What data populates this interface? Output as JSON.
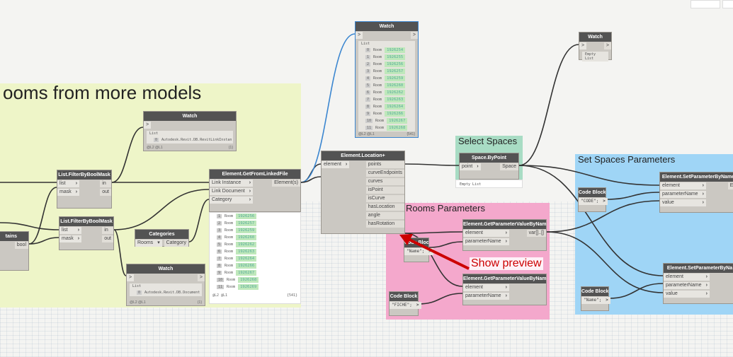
{
  "groups": [
    {
      "id": "g-rooms",
      "title": "ooms from more models",
      "color": "#eef5c8"
    },
    {
      "id": "g-select",
      "title": "Select Spaces",
      "color": "#a8dcc4"
    },
    {
      "id": "g-roomparams",
      "title": "Rooms Parameters",
      "color": "#f4a8cc"
    },
    {
      "id": "g-setspaces",
      "title": "Set Spaces Parameters",
      "color": "#9fd5f6"
    }
  ],
  "nodes": [
    {
      "id": "watch-main",
      "title": "Watch",
      "inputs": [
        ">"
      ],
      "outputs": [
        ">"
      ],
      "watch": {
        "header": "List",
        "items": [
          {
            "i": "0",
            "label": "Room",
            "value": "1926254"
          },
          {
            "i": "1",
            "label": "Room",
            "value": "1926255"
          },
          {
            "i": "2",
            "label": "Room",
            "value": "1926256"
          },
          {
            "i": "3",
            "label": "Room",
            "value": "1926257"
          },
          {
            "i": "4",
            "label": "Room",
            "value": "1926259"
          },
          {
            "i": "5",
            "label": "Room",
            "value": "1926260"
          },
          {
            "i": "6",
            "label": "Room",
            "value": "1926262"
          },
          {
            "i": "7",
            "label": "Room",
            "value": "1926263"
          },
          {
            "i": "8",
            "label": "Room",
            "value": "1926264"
          },
          {
            "i": "9",
            "label": "Room",
            "value": "1926266"
          },
          {
            "i": "10",
            "label": "Room",
            "value": "1926267"
          },
          {
            "i": "11",
            "label": "Room",
            "value": "1926268"
          }
        ],
        "levels": "@L2 @L1",
        "count": "{541}"
      }
    },
    {
      "id": "watch-empty",
      "title": "Watch",
      "inputs": [
        ">"
      ],
      "outputs": [
        ">"
      ],
      "watch": {
        "header": "Empty List",
        "items": []
      }
    },
    {
      "id": "watch-link",
      "title": "Watch",
      "inputs": [
        ">"
      ],
      "outputs": [],
      "watch": {
        "header": "List",
        "items": [
          {
            "i": "0",
            "label": "Autodesk.Revit.DB.RevitLinkInstan",
            "value": ""
          }
        ],
        "levels": "@L2 @L1",
        "count": "{1}"
      }
    },
    {
      "id": "filter-1",
      "title": "List.FilterByBoolMask",
      "inputs": [
        "list",
        "mask"
      ],
      "outputs": [
        "in",
        "out"
      ]
    },
    {
      "id": "filter-2",
      "title": "List.FilterByBoolMask",
      "inputs": [
        "list",
        "mask"
      ],
      "outputs": [
        "in",
        "out"
      ]
    },
    {
      "id": "contains",
      "title": "tains",
      "inputs": [
        "",
        "",
        ""
      ],
      "outputs": [
        "bool"
      ]
    },
    {
      "id": "categories",
      "title": "Categories",
      "dropdown": "Rooms",
      "inputs": [],
      "outputs": [
        "Category"
      ]
    },
    {
      "id": "watch-doc",
      "title": "Watch",
      "inputs": [
        ">"
      ],
      "outputs": [
        ">"
      ],
      "watch": {
        "header": "List",
        "items": [
          {
            "i": "0",
            "label": "Autodesk.Revit.DB.Document",
            "value": ""
          }
        ],
        "levels": "@L2 @L1",
        "count": "{1}"
      }
    },
    {
      "id": "get-linked",
      "title": "Element.GetFromLinkedFile",
      "inputs": [
        "Link Instance",
        "Link Document",
        "Category"
      ],
      "outputs": [
        "Element(s)"
      ]
    },
    {
      "id": "location",
      "title": "Element.Location+",
      "inputs": [
        "element"
      ],
      "outputs": [
        "points",
        "curveEndpoints",
        "curves",
        "isPoint",
        "isCurve",
        "hasLocation",
        "angle",
        "hasRotation"
      ]
    },
    {
      "id": "space-bypoint",
      "title": "Space.ByPoint",
      "inputs": [
        "point"
      ],
      "outputs": [
        "Space"
      ]
    },
    {
      "id": "getparam-1",
      "title": "Element.GetParameterValueByName",
      "inputs": [
        "element",
        "parameterName"
      ],
      "outputs": [
        "var[]..[]"
      ]
    },
    {
      "id": "getparam-2",
      "title": "Element.GetParameterValueByName",
      "inputs": [
        "element",
        "parameterName"
      ],
      "outputs": []
    },
    {
      "id": "cb-name-1",
      "title": "Code Block",
      "code": "\"Name\";",
      "outputs": [
        ">"
      ]
    },
    {
      "id": "cb-fiche",
      "title": "Code Block",
      "code": "\"FICHE\";",
      "outputs": [
        ">"
      ]
    },
    {
      "id": "cb-code",
      "title": "Code Block",
      "code": "\"CODE\";",
      "outputs": [
        ">"
      ]
    },
    {
      "id": "cb-name-2",
      "title": "Code Block",
      "code": "\"Name\";",
      "outputs": [
        ">"
      ]
    },
    {
      "id": "setparam-1",
      "title": "Element.SetParameterByName",
      "inputs": [
        "element",
        "parameterName",
        "value"
      ],
      "outputs": [
        "El"
      ]
    },
    {
      "id": "setparam-2",
      "title": "Element.SetParameterByNa",
      "inputs": [
        "element",
        "parameterName",
        "value"
      ],
      "outputs": []
    }
  ],
  "linked_preview": {
    "items": [
      {
        "i": "1",
        "label": "Room",
        "value": "1926256"
      },
      {
        "i": "2",
        "label": "Room",
        "value": "1926257"
      },
      {
        "i": "3",
        "label": "Room",
        "value": "1926259"
      },
      {
        "i": "4",
        "label": "Room",
        "value": "1926260"
      },
      {
        "i": "5",
        "label": "Room",
        "value": "1926262"
      },
      {
        "i": "6",
        "label": "Room",
        "value": "1926263"
      },
      {
        "i": "7",
        "label": "Room",
        "value": "1926264"
      },
      {
        "i": "8",
        "label": "Room",
        "value": "1926266"
      },
      {
        "i": "9",
        "label": "Room",
        "value": "1926267"
      },
      {
        "i": "10",
        "label": "Room",
        "value": "1926268"
      },
      {
        "i": "11",
        "label": "Room",
        "value": "1926269"
      }
    ],
    "levels": "@L2 @L1",
    "count": "{541}"
  },
  "space_preview": "Empty List",
  "callout": {
    "text": "Show preview",
    "color": "#cc0000"
  }
}
